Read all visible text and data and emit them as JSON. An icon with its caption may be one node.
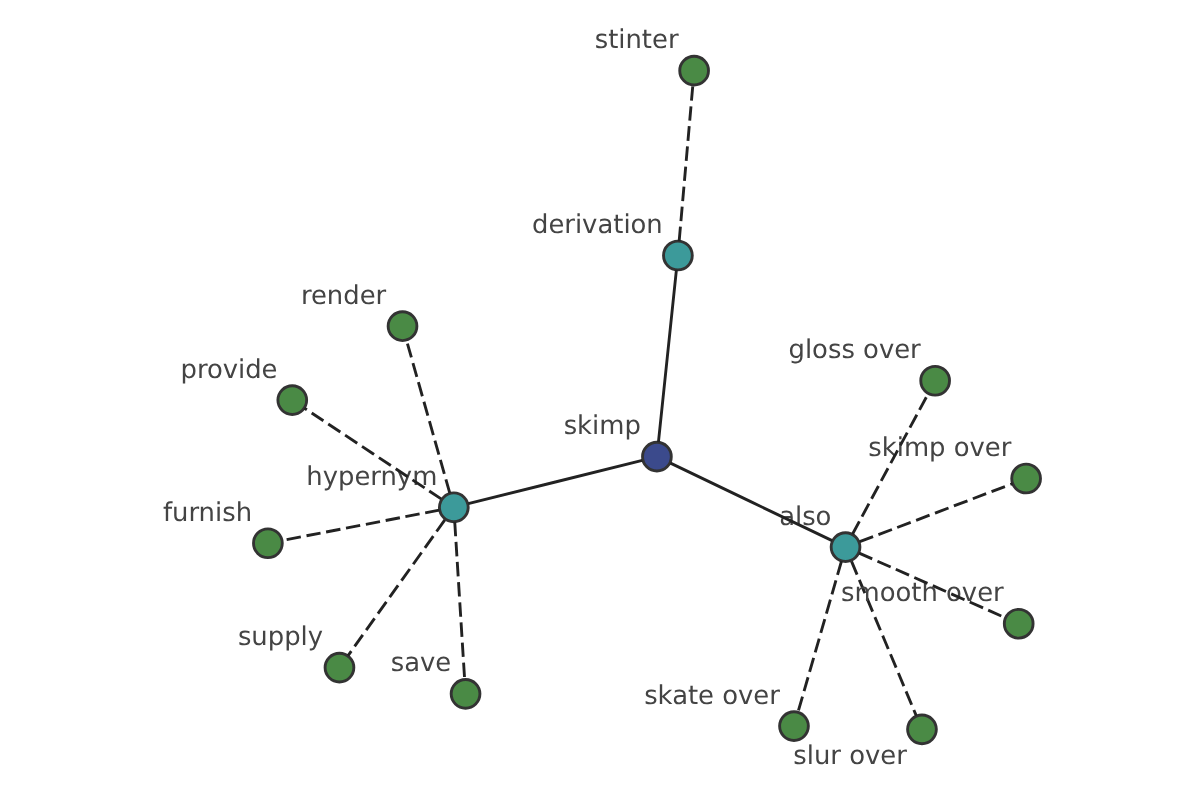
{
  "diagram": {
    "nodes": [
      {
        "text": [
          "skimp"
        ]
      },
      {
        "text": [
          "hypernym"
        ]
      },
      {
        "text": [
          "also"
        ]
      },
      {
        "text": [
          "derivation"
        ]
      },
      {
        "text": [
          "render"
        ]
      },
      {
        "text": [
          "provide"
        ]
      },
      {
        "text": [
          "furnish"
        ]
      },
      {
        "text": [
          "save"
        ]
      },
      {
        "text": [
          "supply"
        ]
      },
      {
        "text": [
          "slur over"
        ]
      },
      {
        "text": [
          "smooth over"
        ]
      },
      {
        "text": [
          "skate over"
        ]
      },
      {
        "text": [
          "skimp over"
        ]
      },
      {
        "text": [
          "gloss over"
        ]
      },
      {
        "text": [
          "stinter"
        ]
      }
    ],
    "edges": [
      {
        "from": 0,
        "to": 1,
        "arrow": "none"
      },
      {
        "from": 0,
        "to": 2,
        "arrow": "none"
      },
      {
        "from": 0,
        "to": 3,
        "arrow": "none"
      },
      {
        "from": 1,
        "to": 4,
        "arrow": "none",
        "style": "dashed"
      },
      {
        "from": 1,
        "to": 5,
        "arrow": "none",
        "style": "dashed"
      },
      {
        "from": 1,
        "to": 6,
        "arrow": "none",
        "style": "dashed"
      },
      {
        "from": 1,
        "to": 7,
        "arrow": "none",
        "style": "dashed"
      },
      {
        "from": 1,
        "to": 8,
        "arrow": "none",
        "style": "dashed"
      },
      {
        "from": 2,
        "to": 9,
        "arrow": "none",
        "style": "dashed"
      },
      {
        "from": 2,
        "to": 10,
        "arrow": "none",
        "style": "dashed"
      },
      {
        "from": 2,
        "to": 11,
        "arrow": "none",
        "style": "dashed"
      },
      {
        "from": 2,
        "to": 12,
        "arrow": "none",
        "style": "dashed"
      },
      {
        "from": 2,
        "to": 13,
        "arrow": "none",
        "style": "dashed"
      },
      {
        "from": 3,
        "to": 14,
        "arrow": "none",
        "style": "dashed"
      }
    ]
  }
}
